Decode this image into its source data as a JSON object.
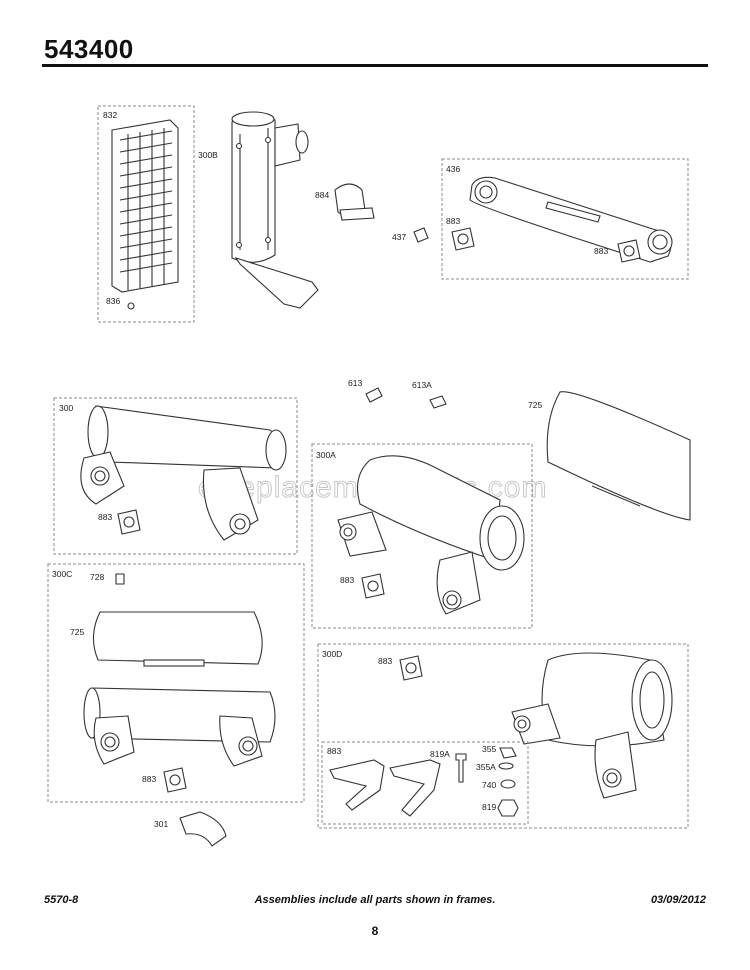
{
  "header": {
    "title": "543400"
  },
  "watermark": "eReplacementParts.com",
  "callouts": {
    "c832": "832",
    "c836": "836",
    "c300B": "300B",
    "c884": "884",
    "c436": "436",
    "c883a": "883",
    "c883b": "883",
    "c437": "437",
    "c613": "613",
    "c613A": "613A",
    "c725a": "725",
    "c300": "300",
    "c883c": "883",
    "c300A": "300A",
    "c883d": "883",
    "c300C": "300C",
    "c728": "728",
    "c725b": "725",
    "c883e": "883",
    "c301": "301",
    "c300D": "300D",
    "c883f": "883",
    "c883g": "883",
    "c819A": "819A",
    "c355": "355",
    "c355A": "355A",
    "c740": "740",
    "c819": "819"
  },
  "footer": {
    "left": "5570-8",
    "center": "Assemblies include all parts shown in frames.",
    "right": "03/09/2012",
    "page": "8"
  }
}
